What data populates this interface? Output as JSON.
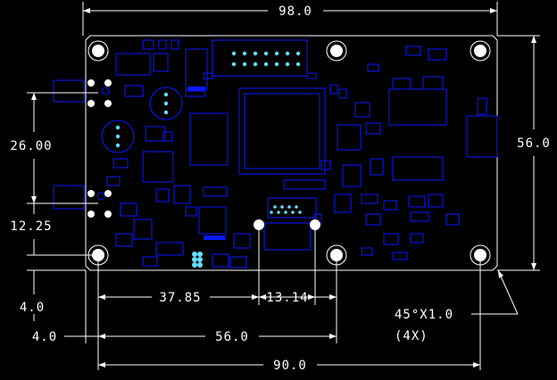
{
  "drawing": {
    "dimensions": {
      "overall_length": "98.0",
      "overall_height": "56.0",
      "hole_spacing_left_vertical": "26.00",
      "connector_offset": "12.25",
      "hole_inset_vertical": "4.0",
      "hole_inset_horizontal": "4.0",
      "hole_to_connector": "37.85",
      "connector_to_hole": "13.14",
      "hole_spacing_short": "56.0",
      "hole_spacing_long": "90.0"
    },
    "chamfer_note": {
      "line1": "45°X1.0",
      "line2": "(4X)"
    },
    "colors": {
      "background": "#000000",
      "dimension_lines": "#ffffff",
      "components": "#0a1aff",
      "pads": "#66ddff"
    }
  }
}
